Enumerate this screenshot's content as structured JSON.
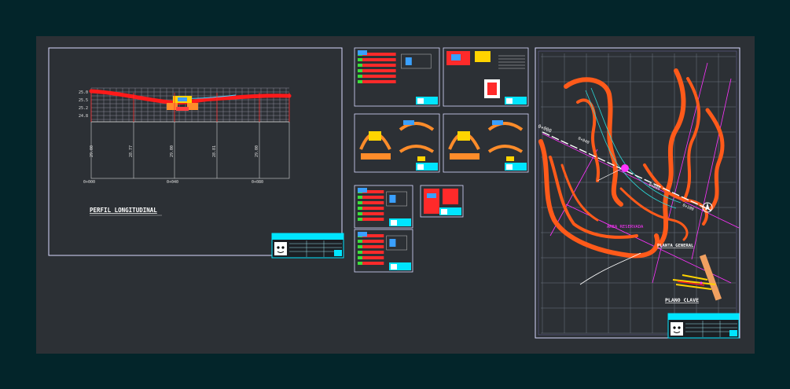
{
  "colors": {
    "background": "#03252a",
    "model_space": "#2c3035",
    "sheet_border": "#d9d9ff",
    "profile_line": "#ff1a1a",
    "contour": "#ff5a1a",
    "grid": "#9a9aa8",
    "title_block": "#00e5ff",
    "magenta": "#ff33ff"
  },
  "sheet_profile": {
    "title": "PERFIL LONGITUDINAL",
    "elevations": [
      "25.0",
      "25.5",
      "25.2",
      "24.8"
    ],
    "cotas": [
      "29.00",
      "28.77",
      "29.00",
      "28.81",
      "29.00"
    ],
    "stations": [
      "0+000",
      "0+040",
      "0+080"
    ]
  },
  "sheet_plan": {
    "title": "PLANO CLAVE",
    "station_start": "0+000",
    "area_label": "AREA RESERVADA",
    "section_label": "PLANTA GENERAL"
  },
  "detail_sheets": [
    {
      "id": "detail-sheet-1"
    },
    {
      "id": "detail-sheet-2"
    },
    {
      "id": "detail-sheet-3"
    },
    {
      "id": "detail-sheet-4"
    },
    {
      "id": "detail-sheet-5"
    },
    {
      "id": "detail-sheet-6"
    },
    {
      "id": "detail-sheet-7"
    }
  ]
}
